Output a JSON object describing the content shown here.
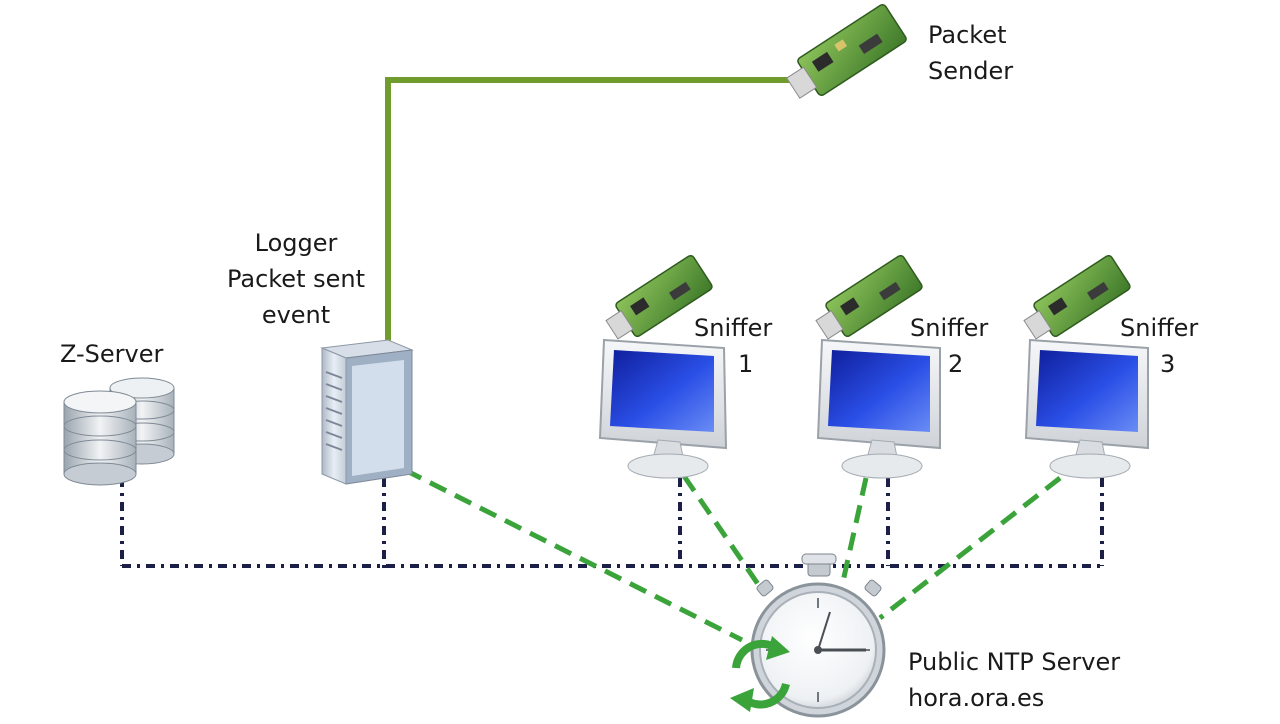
{
  "labels": {
    "packet_sender": [
      "Packet",
      "Sender"
    ],
    "logger": [
      "Logger",
      "Packet sent",
      "event"
    ],
    "z_server": "Z-Server",
    "sniffer_1": [
      "Sniffer",
      "1"
    ],
    "sniffer_2": [
      "Sniffer",
      "2"
    ],
    "sniffer_3": [
      "Sniffer",
      "3"
    ],
    "ntp_server": [
      "Public NTP Server",
      "hora.ora.es"
    ]
  },
  "colors": {
    "wired_link": "#6f9c2c",
    "wireless_link": "#3aa33a",
    "lan_link": "#1c2047",
    "monitor_screen": "#1e3bd8",
    "pcb": "#5f9b3a"
  }
}
